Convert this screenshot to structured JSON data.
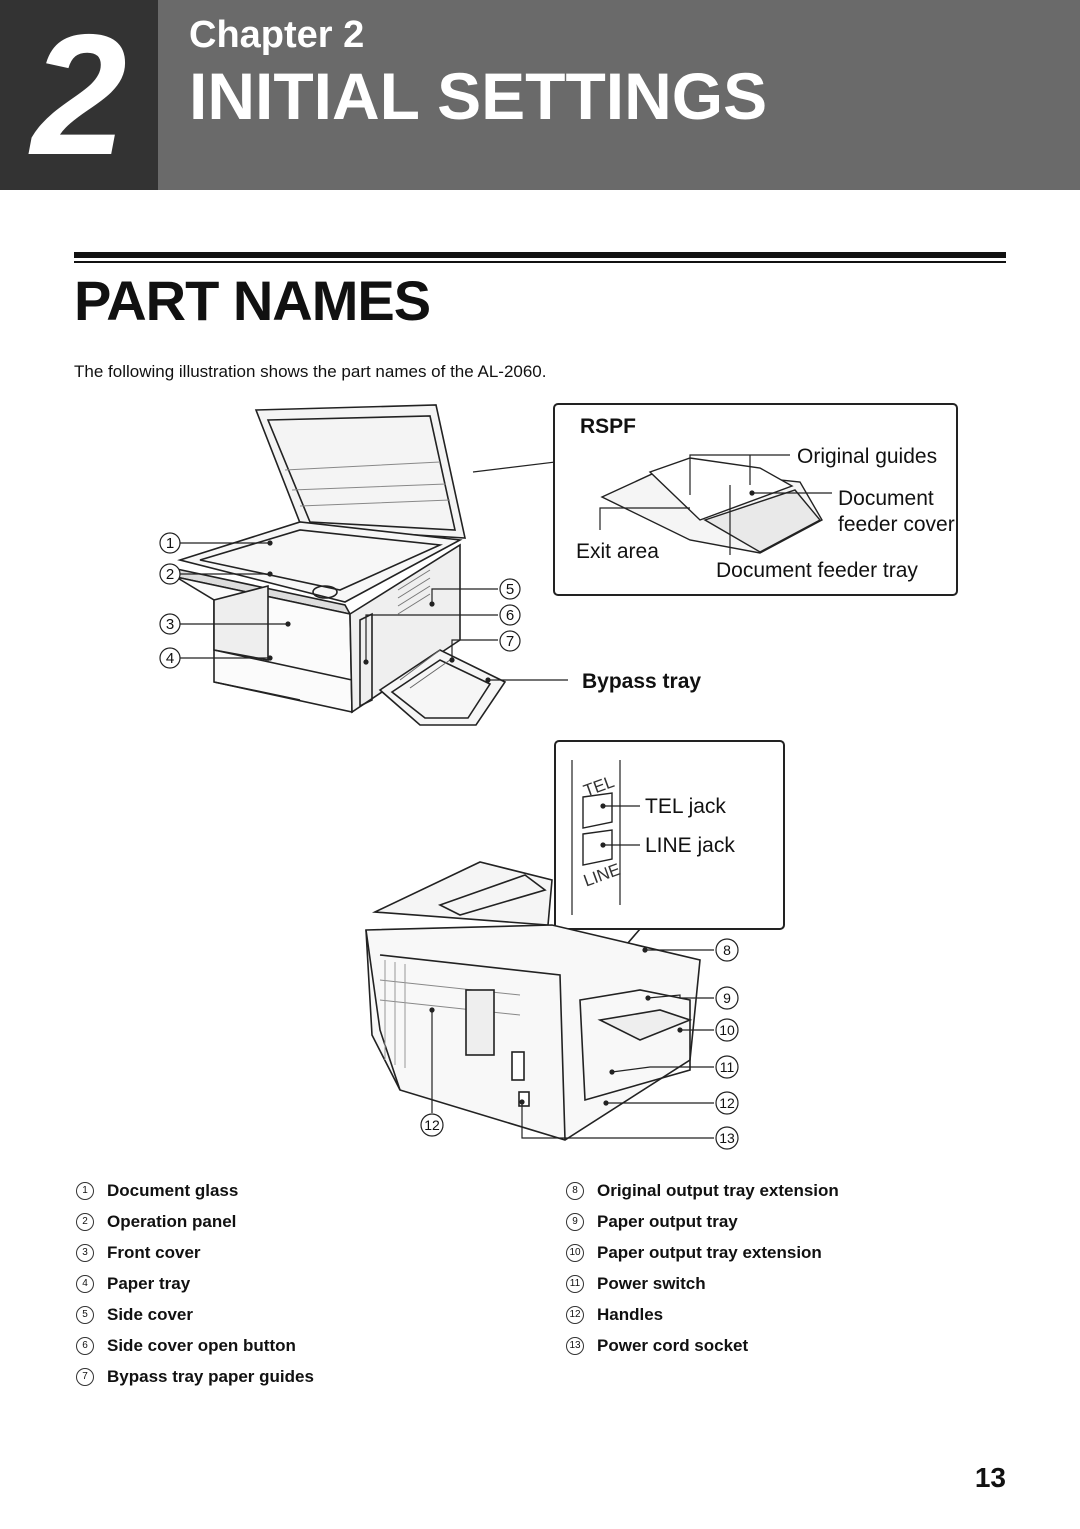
{
  "header": {
    "chapter_number": "2",
    "chapter_label": "Chapter 2",
    "chapter_title": "INITIAL SETTINGS"
  },
  "section": {
    "title": "PART NAMES",
    "intro": "The following illustration shows the part names of the AL-2060."
  },
  "rspf_box": {
    "title": "RSPF",
    "labels": {
      "original_guides": "Original guides",
      "document_cover_1": "Document",
      "document_cover_2": "feeder cover",
      "exit_area": "Exit area",
      "document_feeder_tray": "Document feeder tray"
    }
  },
  "bypass_label": "Bypass tray",
  "jack_box": {
    "tel_text": "TEL",
    "line_text": "LINE",
    "tel_jack": "TEL jack",
    "line_jack": "LINE jack"
  },
  "callouts": [
    "1",
    "2",
    "3",
    "4",
    "5",
    "6",
    "7",
    "8",
    "9",
    "10",
    "11",
    "12",
    "12",
    "13"
  ],
  "legend_left": [
    {
      "num": "1",
      "label": "Document glass"
    },
    {
      "num": "2",
      "label": "Operation panel"
    },
    {
      "num": "3",
      "label": "Front cover"
    },
    {
      "num": "4",
      "label": "Paper tray"
    },
    {
      "num": "5",
      "label": "Side cover"
    },
    {
      "num": "6",
      "label": "Side cover open button"
    },
    {
      "num": "7",
      "label": "Bypass tray paper guides"
    }
  ],
  "legend_right": [
    {
      "num": "8",
      "label": "Original output tray extension"
    },
    {
      "num": "9",
      "label": "Paper output tray"
    },
    {
      "num": "10",
      "label": "Paper output tray extension"
    },
    {
      "num": "11",
      "label": "Power switch"
    },
    {
      "num": "12",
      "label": "Handles"
    },
    {
      "num": "13",
      "label": "Power cord socket"
    }
  ],
  "page_number": "13"
}
